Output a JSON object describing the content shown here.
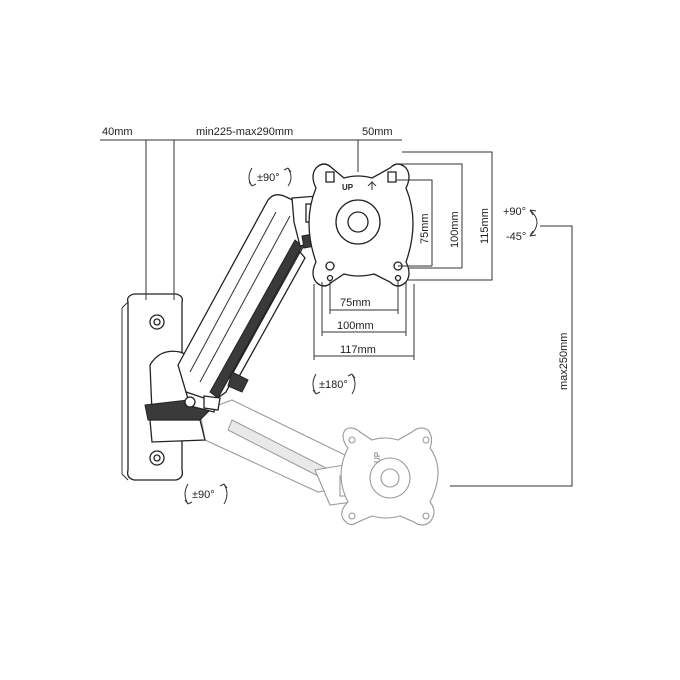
{
  "dimensions": {
    "depth_base": "40mm",
    "arm_extension": "min225-max290mm",
    "plate_offset": "50mm",
    "vesa_75_h": "75mm",
    "vesa_100_h": "100mm",
    "plate_117_w": "117mm",
    "vesa_75_v": "75mm",
    "vesa_100_v": "100mm",
    "plate_115_v": "115mm",
    "max_height": "max250mm"
  },
  "rotations": {
    "swivel_top": "±90°",
    "rotate_plate": "±180°",
    "swivel_base": "±90°",
    "tilt_up": "+90°",
    "tilt_down": "-45°"
  },
  "labels": {
    "up": "UP"
  }
}
